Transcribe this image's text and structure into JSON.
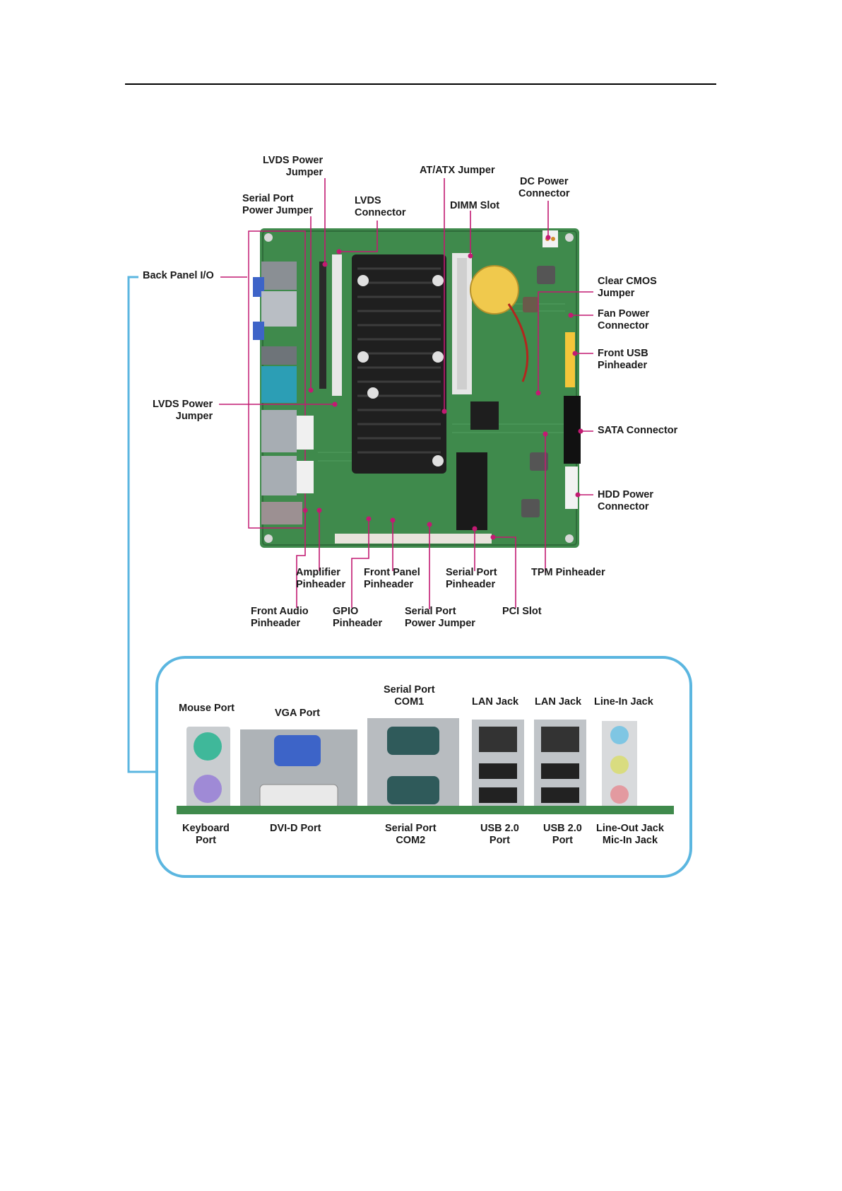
{
  "board_labels": {
    "lvds_power_jumper_top": [
      "LVDS Power",
      "Jumper"
    ],
    "serial_port_power_jumper_top": [
      "Serial Port",
      "Power Jumper"
    ],
    "lvds_connector": [
      "LVDS",
      "Connector"
    ],
    "at_atx_jumper": [
      "AT/ATX Jumper"
    ],
    "dimm_slot": [
      "DIMM Slot"
    ],
    "dc_power_connector": [
      "DC Power",
      "Connector"
    ],
    "back_panel_io": [
      "Back Panel I/O"
    ],
    "clear_cmos_jumper": [
      "Clear CMOS",
      "Jumper"
    ],
    "fan_power_connector": [
      "Fan Power",
      "Connector"
    ],
    "front_usb_pinheader": [
      "Front USB",
      "Pinheader"
    ],
    "lvds_power_jumper_left": [
      "LVDS Power",
      "Jumper"
    ],
    "sata_connector": [
      "SATA Connector"
    ],
    "hdd_power_connector": [
      "HDD Power",
      "Connector"
    ],
    "amplifier_pinheader": [
      "Amplifier",
      "Pinheader"
    ],
    "front_panel_pinheader": [
      "Front Panel",
      "Pinheader"
    ],
    "serial_port_pinheader": [
      "Serial Port",
      "Pinheader"
    ],
    "tpm_pinheader": [
      "TPM Pinheader"
    ],
    "front_audio_pinheader": [
      "Front Audio",
      "Pinheader"
    ],
    "gpio_pinheader": [
      "GPIO",
      "Pinheader"
    ],
    "serial_port_power_jumper_bottom": [
      "Serial Port",
      "Power Jumper"
    ],
    "pci_slot": [
      "PCI Slot"
    ]
  },
  "io_labels": {
    "mouse_port": [
      "Mouse Port"
    ],
    "vga_port": [
      "VGA Port"
    ],
    "serial_port_com1": [
      "Serial Port",
      "COM1"
    ],
    "lan_jack_1": [
      "LAN Jack"
    ],
    "lan_jack_2": [
      "LAN Jack"
    ],
    "line_in_jack": [
      "Line-In Jack"
    ],
    "keyboard_port": [
      "Keyboard",
      "Port"
    ],
    "dvi_d_port": [
      "DVI-D Port"
    ],
    "serial_port_com2": [
      "Serial Port",
      "COM2"
    ],
    "usb_port_1": [
      "USB 2.0",
      "Port"
    ],
    "usb_port_2": [
      "USB 2.0",
      "Port"
    ],
    "line_out_mic_in": [
      "Line-Out Jack",
      "Mic-In Jack"
    ]
  },
  "colors": {
    "pcb": "#3f8a4c",
    "heatsink": "#1f1f1f",
    "leader": "#c21a72",
    "frame": "#5bb6e0"
  }
}
